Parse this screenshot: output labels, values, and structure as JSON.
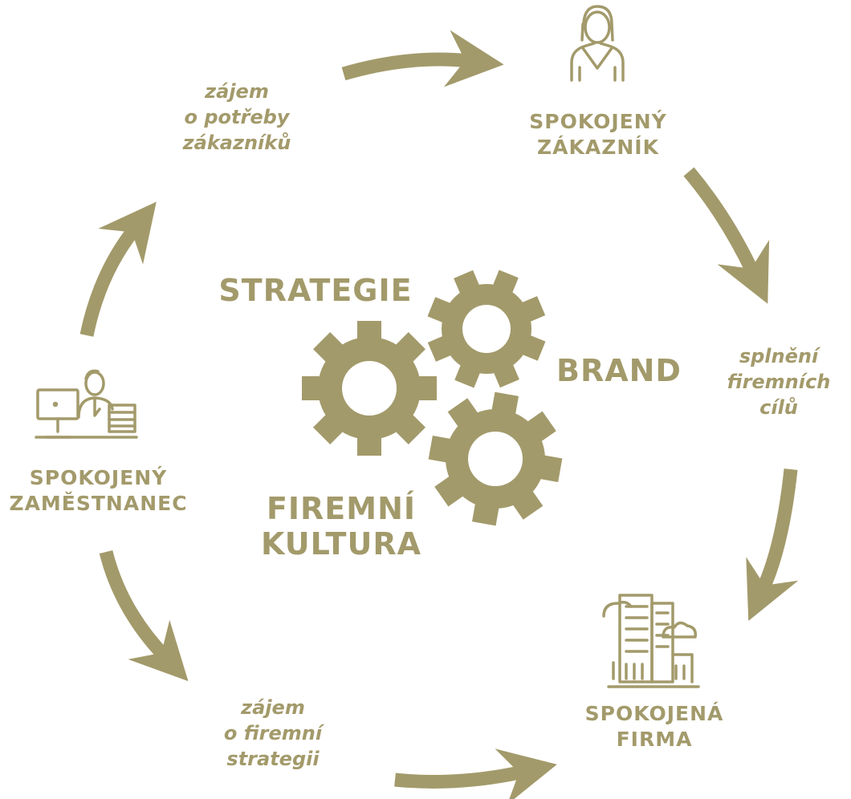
{
  "colors": {
    "accent": "#a39a6b",
    "background": "#ffffff"
  },
  "nodes": {
    "customer": {
      "icon": "woman-icon",
      "lines": [
        "SPOKOJENÝ",
        "ZÁKAZNÍK"
      ]
    },
    "company": {
      "icon": "office-building-icon",
      "lines": [
        "SPOKOJENÁ",
        "FIRMA"
      ]
    },
    "employee": {
      "icon": "office-worker-icon",
      "lines": [
        "SPOKOJENÝ",
        "ZAMĚSTNANEC"
      ]
    }
  },
  "transitions": {
    "customer_needs": [
      "zájem",
      "o potřeby",
      "zákazníků"
    ],
    "company_goals": [
      "splnění",
      "firemních",
      "cílů"
    ],
    "company_strategy": [
      "zájem",
      "o firemní",
      "strategii"
    ]
  },
  "core": {
    "icon": "gears-icon",
    "strategy": "STRATEGIE",
    "brand": "BRAND",
    "culture": [
      "FIREMNÍ",
      "KULTURA"
    ]
  }
}
